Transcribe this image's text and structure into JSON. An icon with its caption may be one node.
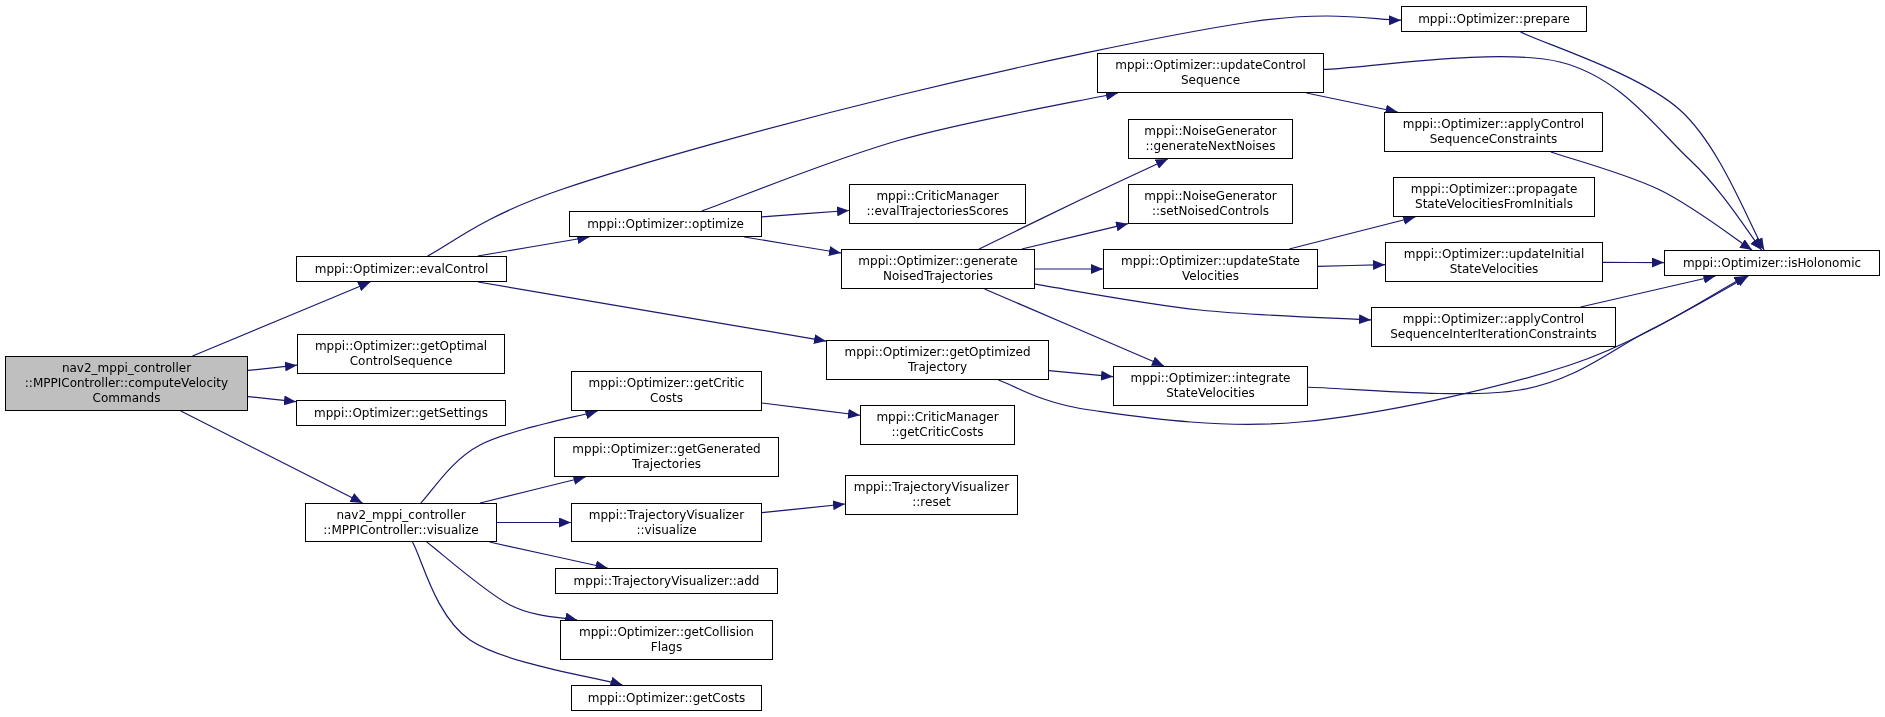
{
  "diagram": {
    "nodes": [
      {
        "text": [
          "nav2_mppi_controller ::MPPIController::computeVelocity Commands"
        ]
      },
      {
        "text": [
          "mppi::Optimizer::evalControl"
        ]
      },
      {
        "text": [
          "mppi::Optimizer::getOptimal ControlSequence"
        ]
      },
      {
        "text": [
          "mppi::Optimizer::getSettings"
        ]
      },
      {
        "text": [
          "nav2_mppi_controller ::MPPIController::visualize"
        ]
      },
      {
        "text": [
          "mppi::Optimizer::optimize"
        ]
      },
      {
        "text": [
          "mppi::Optimizer::getOptimized Trajectory"
        ]
      },
      {
        "text": [
          "mppi::Optimizer::prepare"
        ]
      },
      {
        "text": [
          "mppi::Optimizer::updateControl Sequence"
        ]
      },
      {
        "text": [
          "mppi::CriticManager ::evalTrajectoriesScores"
        ]
      },
      {
        "text": [
          "mppi::Optimizer::generate NoisedTrajectories"
        ]
      },
      {
        "text": [
          "mppi::NoiseGenerator ::generateNextNoises"
        ]
      },
      {
        "text": [
          "mppi::NoiseGenerator ::setNoisedControls"
        ]
      },
      {
        "text": [
          "mppi::Optimizer::updateState Velocities"
        ]
      },
      {
        "text": [
          "mppi::Optimizer::integrate StateVelocities"
        ]
      },
      {
        "text": [
          "mppi::Optimizer::applyControl SequenceConstraints"
        ]
      },
      {
        "text": [
          "mppi::Optimizer::propagate StateVelocitiesFromInitials"
        ]
      },
      {
        "text": [
          "mppi::Optimizer::updateInitial StateVelocities"
        ]
      },
      {
        "text": [
          "mppi::Optimizer::applyControl SequenceInterIterationConstraints"
        ]
      },
      {
        "text": [
          "mppi::Optimizer::isHolonomic"
        ]
      },
      {
        "text": [
          "mppi::Optimizer::getCritic Costs"
        ]
      },
      {
        "text": [
          "mppi::Optimizer::getGenerated Trajectories"
        ]
      },
      {
        "text": [
          "mppi::TrajectoryVisualizer ::visualize"
        ]
      },
      {
        "text": [
          "mppi::TrajectoryVisualizer::add"
        ]
      },
      {
        "text": [
          "mppi::Optimizer::getCollision Flags"
        ]
      },
      {
        "text": [
          "mppi::Optimizer::getCosts"
        ]
      },
      {
        "text": [
          "mppi::CriticManager ::getCriticCosts"
        ]
      },
      {
        "text": [
          "mppi::TrajectoryVisualizer ::reset"
        ]
      }
    ],
    "edges": [
      {
        "from": 0,
        "to": 1,
        "arrow": "to"
      },
      {
        "from": 0,
        "to": 2,
        "arrow": "to"
      },
      {
        "from": 0,
        "to": 3,
        "arrow": "to"
      },
      {
        "from": 0,
        "to": 4,
        "arrow": "to"
      },
      {
        "from": 1,
        "to": 7,
        "arrow": "to"
      },
      {
        "from": 1,
        "to": 5,
        "arrow": "to"
      },
      {
        "from": 1,
        "to": 6,
        "arrow": "to"
      },
      {
        "from": 5,
        "to": 8,
        "arrow": "to"
      },
      {
        "from": 5,
        "to": 9,
        "arrow": "to"
      },
      {
        "from": 5,
        "to": 10,
        "arrow": "to"
      },
      {
        "from": 10,
        "to": 11,
        "arrow": "to"
      },
      {
        "from": 10,
        "to": 12,
        "arrow": "to"
      },
      {
        "from": 10,
        "to": 13,
        "arrow": "to"
      },
      {
        "from": 10,
        "to": 18,
        "arrow": "to"
      },
      {
        "from": 10,
        "to": 14,
        "arrow": "to"
      },
      {
        "from": 6,
        "to": 14,
        "arrow": "to"
      },
      {
        "from": 6,
        "to": 19,
        "arrow": "to"
      },
      {
        "from": 8,
        "to": 15,
        "arrow": "to"
      },
      {
        "from": 8,
        "to": 19,
        "arrow": "to"
      },
      {
        "from": 7,
        "to": 19,
        "arrow": "to"
      },
      {
        "from": 15,
        "to": 19,
        "arrow": "to"
      },
      {
        "from": 13,
        "to": 16,
        "arrow": "to"
      },
      {
        "from": 13,
        "to": 17,
        "arrow": "to"
      },
      {
        "from": 17,
        "to": 19,
        "arrow": "to"
      },
      {
        "from": 18,
        "to": 19,
        "arrow": "to"
      },
      {
        "from": 14,
        "to": 19,
        "arrow": "to"
      },
      {
        "from": 4,
        "to": 20,
        "arrow": "to"
      },
      {
        "from": 4,
        "to": 21,
        "arrow": "to"
      },
      {
        "from": 4,
        "to": 22,
        "arrow": "to"
      },
      {
        "from": 4,
        "to": 23,
        "arrow": "to"
      },
      {
        "from": 4,
        "to": 24,
        "arrow": "to"
      },
      {
        "from": 4,
        "to": 25,
        "arrow": "to"
      },
      {
        "from": 20,
        "to": 26,
        "arrow": "to"
      },
      {
        "from": 22,
        "to": 27,
        "arrow": "to"
      }
    ]
  }
}
